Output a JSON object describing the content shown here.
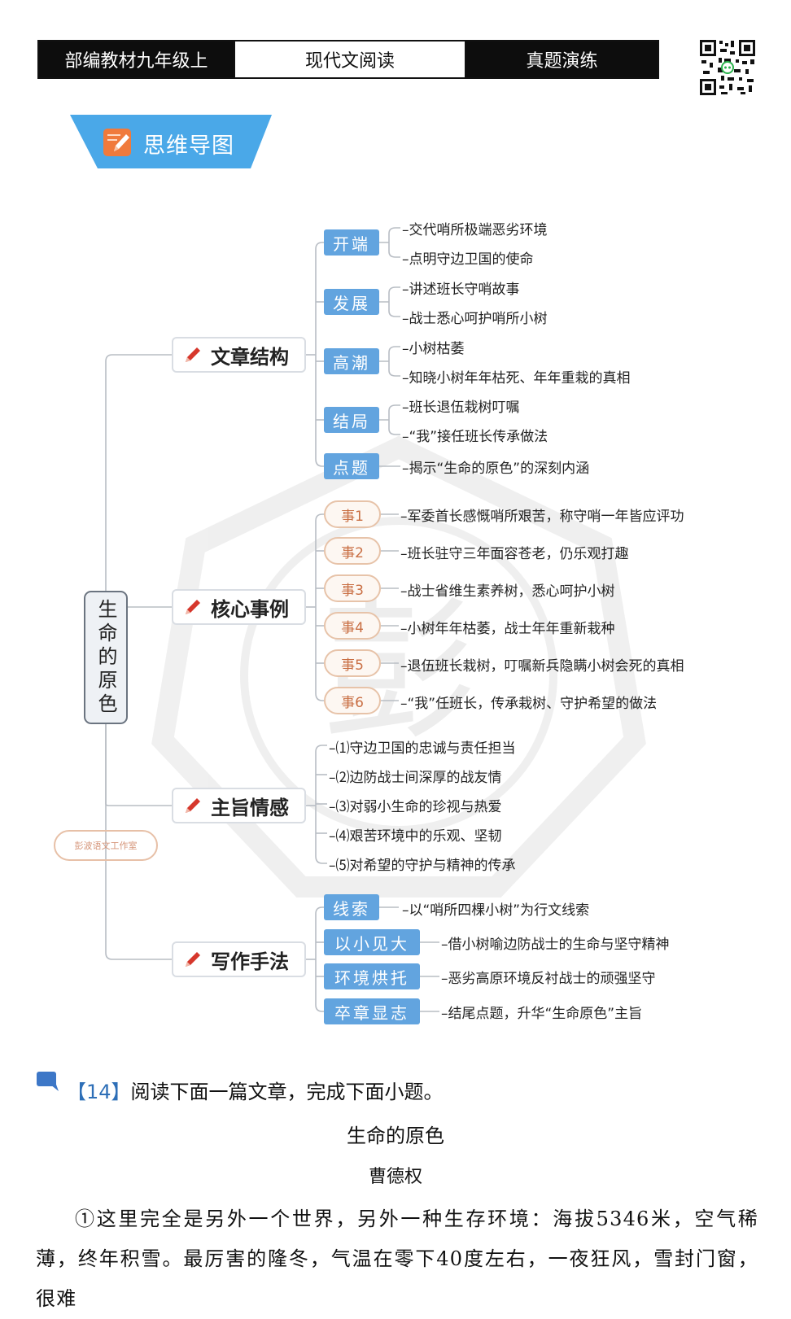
{
  "header": {
    "left": "部编教材九年级上",
    "center": "现代文阅读",
    "right": "真题演练"
  },
  "banner": {
    "label": "思维导图"
  },
  "colors": {
    "node_blue": "#62a4df",
    "banner_blue": "#4aa8e8",
    "accent_red": "#d6372c",
    "event_orange": "#c96f44"
  },
  "mindmap": {
    "root": "生命的原色",
    "stamp": "彭波语文工作室",
    "structure": {
      "label": "文章结构",
      "nodes": [
        {
          "label": "开端",
          "leaves": [
            "–交代哨所极端恶劣环境",
            "–点明守边卫国的使命"
          ]
        },
        {
          "label": "发展",
          "leaves": [
            "–讲述班长守哨故事",
            "–战士悉心呵护哨所小树"
          ]
        },
        {
          "label": "高潮",
          "leaves": [
            "–小树枯萎",
            "–知晓小树年年枯死、年年重栽的真相"
          ]
        },
        {
          "label": "结局",
          "leaves": [
            "–班长退伍栽树叮嘱",
            "–“我”接任班长传承做法"
          ]
        },
        {
          "label": "点题",
          "leaves": [
            "–揭示“生命的原色”的深刻内涵"
          ]
        }
      ]
    },
    "events": {
      "label": "核心事例",
      "items": [
        {
          "tag": "事1",
          "text": "–军委首长感慨哨所艰苦，称守哨一年皆应评功"
        },
        {
          "tag": "事2",
          "text": "–班长驻守三年面容苍老，仍乐观打趣"
        },
        {
          "tag": "事3",
          "text": "–战士省维生素养树，悉心呵护小树"
        },
        {
          "tag": "事4",
          "text": "–小树年年枯萎，战士年年重新栽种"
        },
        {
          "tag": "事5",
          "text": "–退伍班长栽树，叮嘱新兵隐瞒小树会死的真相"
        },
        {
          "tag": "事6",
          "text": "–“我”任班长，传承栽树、守护希望的做法"
        }
      ]
    },
    "theme": {
      "label": "主旨情感",
      "leaves": [
        "–⑴守边卫国的忠诚与责任担当",
        "–⑵边防战士间深厚的战友情",
        "–⑶对弱小生命的珍视与热爱",
        "–⑷艰苦环境中的乐观、坚韧",
        "–⑸对希望的守护与精神的传承"
      ]
    },
    "techniques": {
      "label": "写作手法",
      "nodes": [
        {
          "label": "线索",
          "leaf": "–以“哨所四棵小树”为行文线索"
        },
        {
          "label": "以小见大",
          "leaf": "–借小树喻边防战士的生命与坚守精神"
        },
        {
          "label": "环境烘托",
          "leaf": "–恶劣高原环境反衬战士的顽强坚守"
        },
        {
          "label": "卒章显志",
          "leaf": "–结尾点题，升华“生命原色”主旨"
        }
      ]
    }
  },
  "question": {
    "number": "【14】",
    "prompt": "阅读下面一篇文章，完成下面小题。",
    "title": "生命的原色",
    "author": "曹德权",
    "paragraph": "①这里完全是另外一个世界，另外一种生存环境：海拔5346米，空气稀薄，终年积雪。最厉害的隆冬，气温在零下40度左右，一夜狂风，雪封门窗，很难"
  }
}
